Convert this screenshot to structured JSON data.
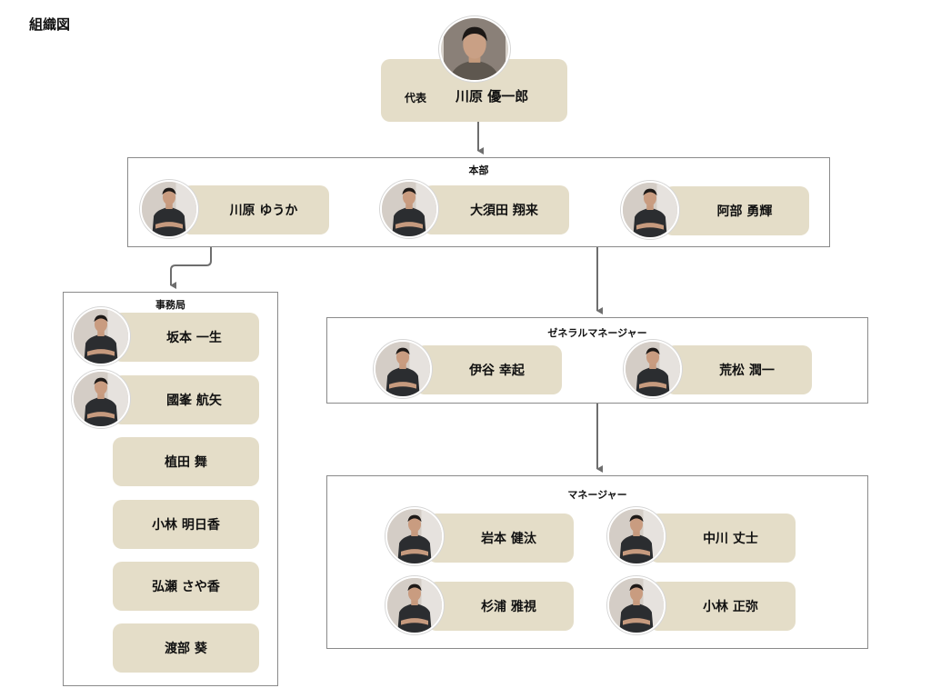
{
  "title": "組織図",
  "ceo": {
    "role": "代表",
    "name": "川原 優一郎",
    "avatar": "person-photo-icon"
  },
  "groups": {
    "honbu": {
      "label": "本部",
      "members": [
        {
          "name": "川原 ゆうか",
          "avatar": "person-photo-icon"
        },
        {
          "name": "大須田 翔来",
          "avatar": "person-photo-icon"
        },
        {
          "name": "阿部 勇輝",
          "avatar": "person-photo-icon"
        }
      ]
    },
    "jimukyoku": {
      "label": "事務局",
      "members": [
        {
          "name": "坂本 一生",
          "avatar": "person-photo-icon"
        },
        {
          "name": "國峯 航矢",
          "avatar": "person-photo-icon"
        },
        {
          "name": "植田 舞"
        },
        {
          "name": "小林 明日香"
        },
        {
          "name": "弘瀬 さや香"
        },
        {
          "name": "渡部 葵"
        }
      ]
    },
    "general_manager": {
      "label": "ゼネラルマネージャー",
      "members": [
        {
          "name": "伊谷 幸起",
          "avatar": "person-photo-icon"
        },
        {
          "name": "荒松 潤一",
          "avatar": "person-photo-icon"
        }
      ]
    },
    "manager": {
      "label": "マネージャー",
      "members": [
        {
          "name": "岩本 健汰",
          "avatar": "person-photo-icon"
        },
        {
          "name": "中川 丈士",
          "avatar": "person-photo-icon"
        },
        {
          "name": "杉浦 雅視",
          "avatar": "person-photo-icon"
        },
        {
          "name": "小林 正弥",
          "avatar": "person-photo-icon"
        }
      ]
    }
  },
  "colors": {
    "card_fill": "#e4ddc8",
    "border": "#8a8a8a",
    "connector": "#6e6e6e",
    "shirt": "#2b2d30",
    "photo_bg": "#d9d3cc"
  }
}
